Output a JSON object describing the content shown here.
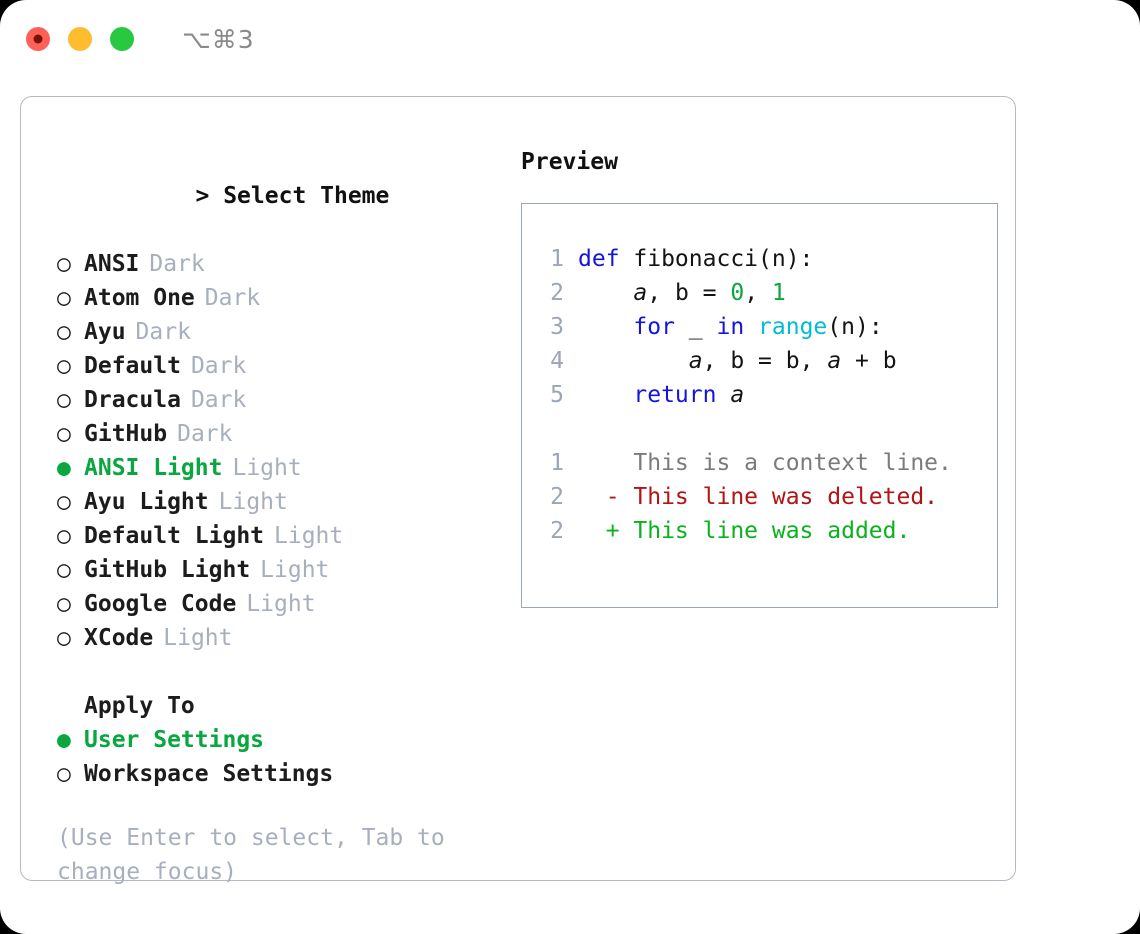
{
  "window": {
    "shortcut": "⌥⌘3",
    "traffic_lights": [
      {
        "name": "close",
        "color": "#ff6058"
      },
      {
        "name": "minimize",
        "color": "#febc2e"
      },
      {
        "name": "maximize",
        "color": "#28c840"
      }
    ]
  },
  "accent": {
    "green": "#0aa63f",
    "muted": "#a7afbd",
    "border": "#b3bac5"
  },
  "theme_picker": {
    "heading": "Select Theme",
    "caret": ">",
    "marker_selected": "●",
    "marker_unselected": "○",
    "items": [
      {
        "name": "ANSI",
        "badge": "Dark",
        "selected": false
      },
      {
        "name": "Atom One",
        "badge": "Dark",
        "selected": false
      },
      {
        "name": "Ayu",
        "badge": "Dark",
        "selected": false
      },
      {
        "name": "Default",
        "badge": "Dark",
        "selected": false
      },
      {
        "name": "Dracula",
        "badge": "Dark",
        "selected": false
      },
      {
        "name": "GitHub",
        "badge": "Dark",
        "selected": false
      },
      {
        "name": "ANSI Light",
        "badge": "Light",
        "selected": true
      },
      {
        "name": "Ayu Light",
        "badge": "Light",
        "selected": false
      },
      {
        "name": "Default Light",
        "badge": "Light",
        "selected": false
      },
      {
        "name": "GitHub Light",
        "badge": "Light",
        "selected": false
      },
      {
        "name": "Google Code",
        "badge": "Light",
        "selected": false
      },
      {
        "name": "XCode",
        "badge": "Light",
        "selected": false
      }
    ]
  },
  "apply_to": {
    "label": "Apply To",
    "items": [
      {
        "name": "User Settings",
        "selected": true
      },
      {
        "name": "Workspace Settings",
        "selected": false
      }
    ]
  },
  "hint": "(Use Enter to select, Tab to change focus)",
  "preview": {
    "title": "Preview",
    "code_lines": [
      {
        "n": "1",
        "tokens": [
          {
            "t": "def",
            "c": "kw"
          },
          {
            "t": " fibonacci(n):",
            "c": "pln"
          }
        ]
      },
      {
        "n": "2",
        "tokens": [
          {
            "t": "    ",
            "c": "pln"
          },
          {
            "t": "a",
            "c": "var"
          },
          {
            "t": ", ",
            "c": "pln"
          },
          {
            "t": "b",
            "c": "pln"
          },
          {
            "t": " = ",
            "c": "pln"
          },
          {
            "t": "0",
            "c": "num"
          },
          {
            "t": ", ",
            "c": "pln"
          },
          {
            "t": "1",
            "c": "num"
          }
        ]
      },
      {
        "n": "3",
        "tokens": [
          {
            "t": "    ",
            "c": "pln"
          },
          {
            "t": "for",
            "c": "kw"
          },
          {
            "t": " _ ",
            "c": "pln"
          },
          {
            "t": "in",
            "c": "kw"
          },
          {
            "t": " ",
            "c": "pln"
          },
          {
            "t": "range",
            "c": "fn"
          },
          {
            "t": "(n):",
            "c": "pln"
          }
        ]
      },
      {
        "n": "4",
        "tokens": [
          {
            "t": "        ",
            "c": "pln"
          },
          {
            "t": "a",
            "c": "var"
          },
          {
            "t": ", ",
            "c": "pln"
          },
          {
            "t": "b",
            "c": "pln"
          },
          {
            "t": " = ",
            "c": "pln"
          },
          {
            "t": "b",
            "c": "pln"
          },
          {
            "t": ", ",
            "c": "pln"
          },
          {
            "t": "a",
            "c": "var"
          },
          {
            "t": " + ",
            "c": "pln"
          },
          {
            "t": "b",
            "c": "pln"
          }
        ]
      },
      {
        "n": "5",
        "tokens": [
          {
            "t": "    ",
            "c": "pln"
          },
          {
            "t": "return",
            "c": "kw"
          },
          {
            "t": " ",
            "c": "pln"
          },
          {
            "t": "a",
            "c": "var"
          }
        ]
      }
    ],
    "diff_lines": [
      {
        "n": "1",
        "sign": " ",
        "text": "This is a context line.",
        "kind": "ctx"
      },
      {
        "n": "2",
        "sign": "-",
        "text": "This line was deleted.",
        "kind": "del"
      },
      {
        "n": "2",
        "sign": "+",
        "text": "This line was added.",
        "kind": "add"
      }
    ]
  }
}
